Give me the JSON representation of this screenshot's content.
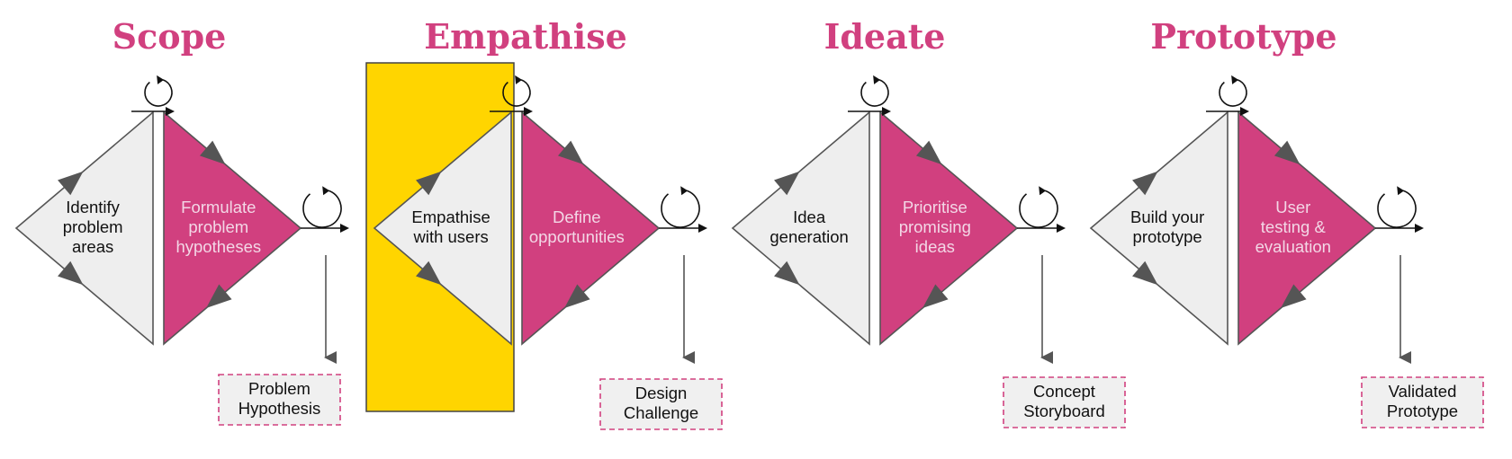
{
  "colors": {
    "pink": "#d1407f",
    "grey": "#eeeeee",
    "outline": "#555555",
    "highlight": "#ffd500",
    "pink_text": "#f3d7e6",
    "dark_text": "#111111"
  },
  "phases": [
    {
      "title": "Scope",
      "diverge": [
        "Identify",
        "problem",
        "areas"
      ],
      "converge": [
        "Formulate",
        "problem",
        "hypotheses"
      ],
      "output": [
        "Problem",
        "Hypothesis"
      ]
    },
    {
      "title": "Empathise",
      "diverge": [
        "Empathise",
        "with users"
      ],
      "converge": [
        "Define",
        "opportunities"
      ],
      "output": [
        "Design",
        "Challenge"
      ]
    },
    {
      "title": "Ideate",
      "diverge": [
        "Idea",
        "generation"
      ],
      "converge": [
        "Prioritise",
        "promising",
        "ideas"
      ],
      "output": [
        "Concept",
        "Storyboard"
      ]
    },
    {
      "title": "Prototype",
      "diverge": [
        "Build your",
        "prototype"
      ],
      "converge": [
        "User",
        "testing &",
        "evaluation"
      ],
      "output": [
        "Validated",
        "Prototype"
      ]
    }
  ],
  "highlighted_phase": 1
}
